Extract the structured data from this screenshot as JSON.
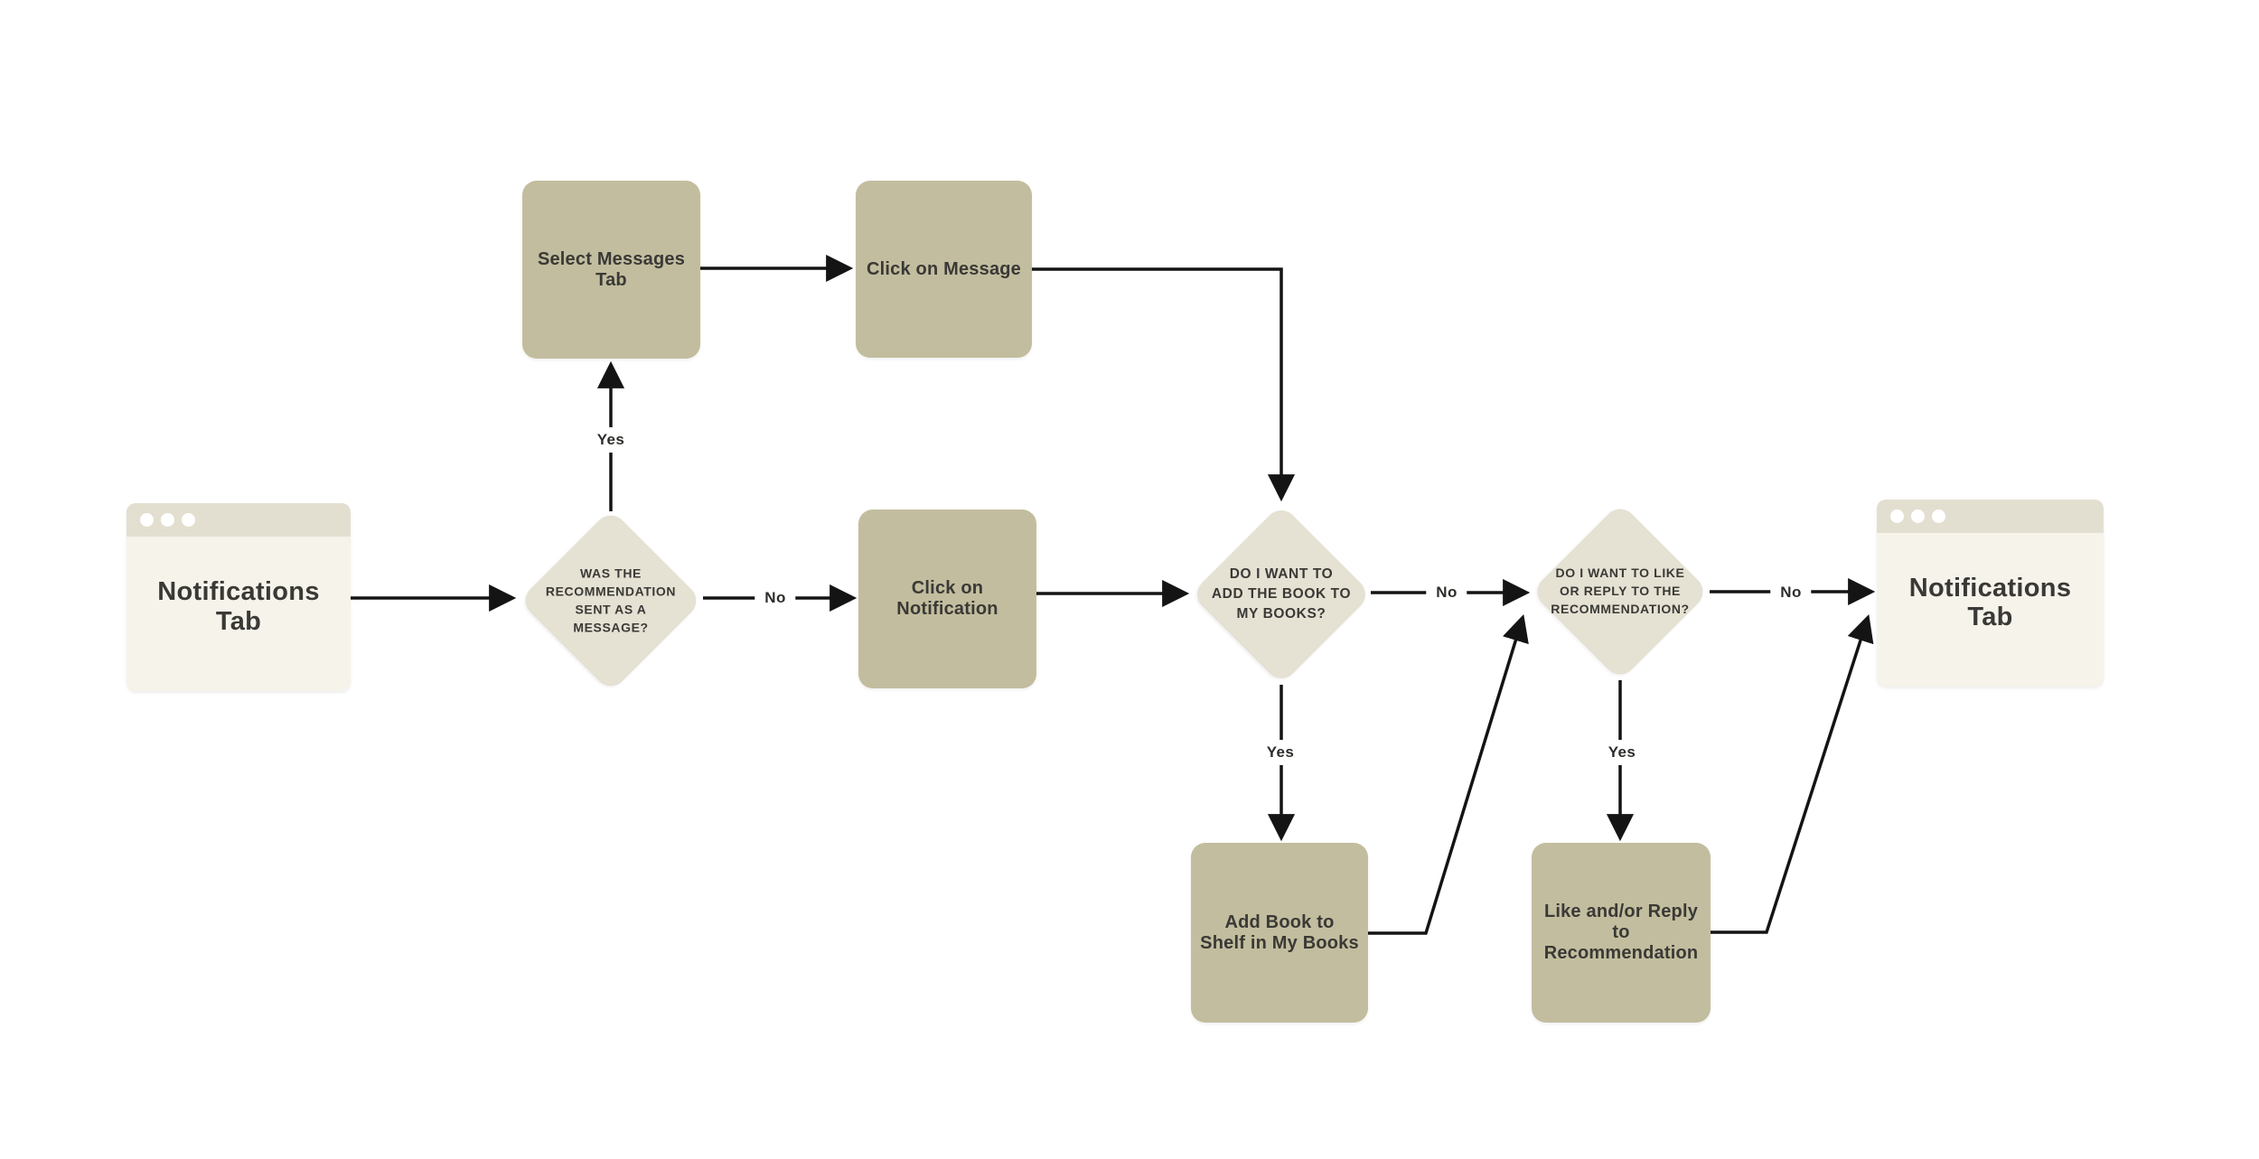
{
  "colors": {
    "background": "#ffffff",
    "process_fill": "#c2bd9e",
    "decision_fill": "#e5e1d3",
    "window_fill": "#f5f3ea",
    "window_header_fill": "#e3dfd0",
    "window_dot": "#ffffff",
    "connector": "#141414",
    "text": "#3a3936"
  },
  "nodes": {
    "start_window": {
      "label": "Notifications\nTab"
    },
    "decision_sent_as_message": {
      "label": "WAS THE\nRECOMMENDATION\nSENT AS A\nMESSAGE?"
    },
    "select_messages_tab": {
      "label": "Select Messages\nTab"
    },
    "click_on_message": {
      "label": "Click on Message"
    },
    "click_on_notification": {
      "label": "Click on\nNotification"
    },
    "decision_add_book": {
      "label": "DO I WANT TO\nADD THE BOOK TO\nMY BOOKS?"
    },
    "decision_like_reply": {
      "label": "DO I WANT TO LIKE\nOR REPLY TO THE\nRECOMMENDATION?"
    },
    "add_book_to_shelf": {
      "label": "Add Book to\nShelf in My Books"
    },
    "like_or_reply": {
      "label": "Like and/or Reply\nto\nRecommendation"
    },
    "end_window": {
      "label": "Notifications\nTab"
    }
  },
  "edge_labels": {
    "sent_as_message_yes": "Yes",
    "sent_as_message_no": "No",
    "add_book_no": "No",
    "add_book_yes": "Yes",
    "like_reply_yes": "Yes",
    "like_reply_no": "No"
  }
}
